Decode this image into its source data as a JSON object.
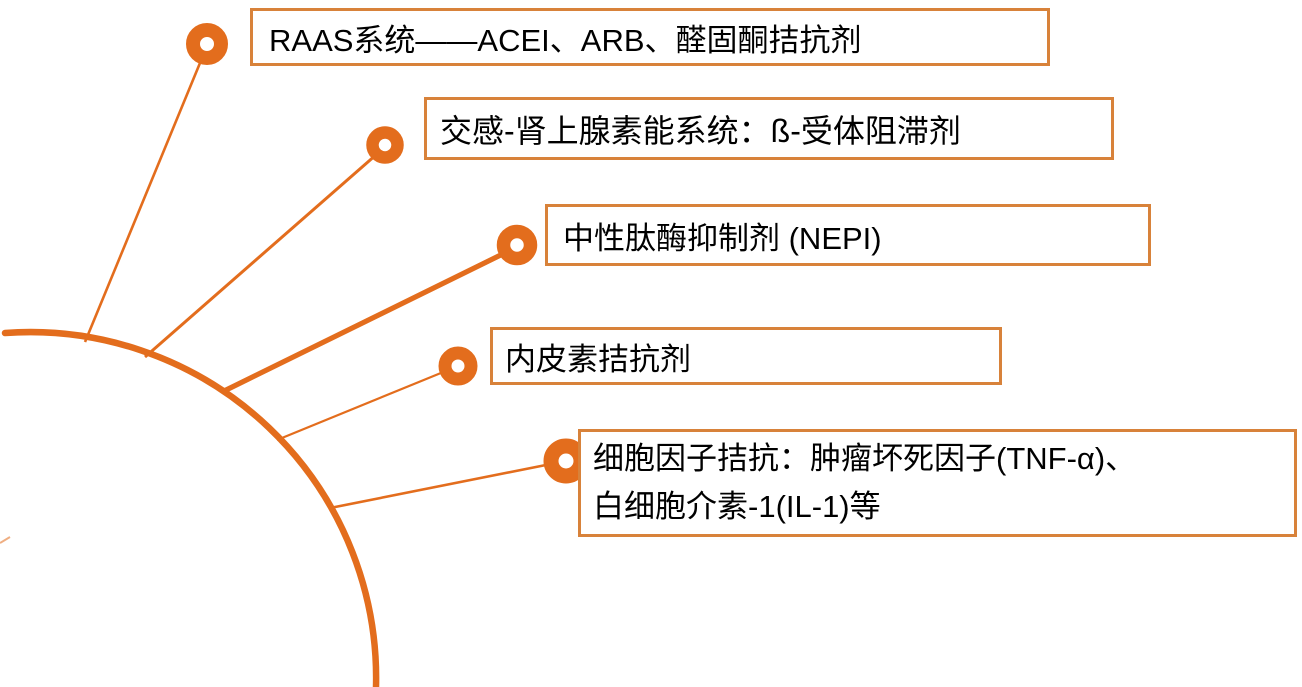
{
  "diagram": {
    "accent_color": "#e36d1d",
    "box_border_color": "#d8823a",
    "text_color": "#000000",
    "items": [
      {
        "label": "RAAS系统——ACEI、ARB、醛固酮拮抗剂"
      },
      {
        "label": "交感-肾上腺素能系统：ß-受体阻滞剂"
      },
      {
        "label": "中性肽酶抑制剂 (NEPI)"
      },
      {
        "label": "内皮素拮抗剂"
      },
      {
        "label": "细胞因子拮抗：肿瘤坏死因子(TNF-α)、",
        "label_line2": "白细胞介素-1(IL-1)等"
      }
    ]
  }
}
